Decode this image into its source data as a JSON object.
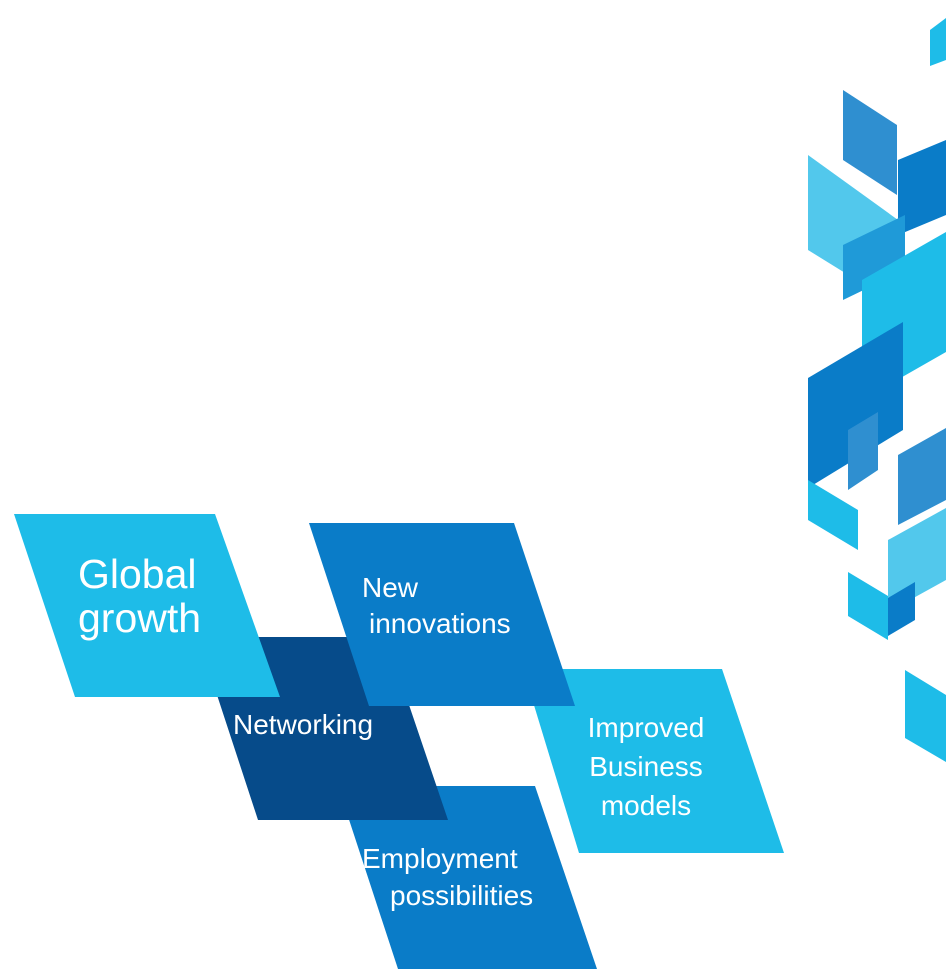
{
  "colors": {
    "light_blue": "#1ebce8",
    "mid_blue": "#0a7cc8",
    "dark_blue": "#064b8a",
    "text": "#ffffff"
  },
  "tiles": {
    "global_growth": {
      "line1": "Global",
      "line2": "growth"
    },
    "new_innovations": {
      "line1": "New",
      "line2": "innovations"
    },
    "networking": {
      "line1": "Networking"
    },
    "improved_business_models": {
      "line1": "Improved",
      "line2": "Business",
      "line3": "models"
    },
    "employment_possibilities": {
      "line1": "Employment",
      "line2": "possibilities"
    }
  }
}
